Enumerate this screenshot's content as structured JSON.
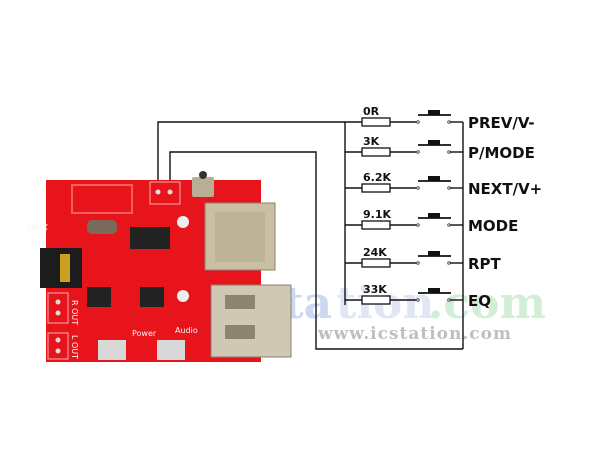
{
  "diagram": {
    "buttons": [
      {
        "resistor": "0R",
        "label": "PREV/V-"
      },
      {
        "resistor": "3K",
        "label": "P/MODE"
      },
      {
        "resistor": "6.2K",
        "label": "NEXT/V+"
      },
      {
        "resistor": "9.1K",
        "label": "MODE"
      },
      {
        "resistor": "24K",
        "label": "RPT"
      },
      {
        "resistor": "33K",
        "label": "EQ"
      }
    ]
  },
  "board": {
    "model": "XY-BT",
    "r_out": "R OUT",
    "l_out": "L OUT",
    "power": "Power",
    "audio": "Audio",
    "colors": {
      "pcb": "#e8141c",
      "metal": "#c8c0a8"
    }
  },
  "watermark": {
    "brand_left": "icsta",
    "brand_mid": "tion",
    "brand_right": ".com",
    "url": "www.icstation.com"
  }
}
